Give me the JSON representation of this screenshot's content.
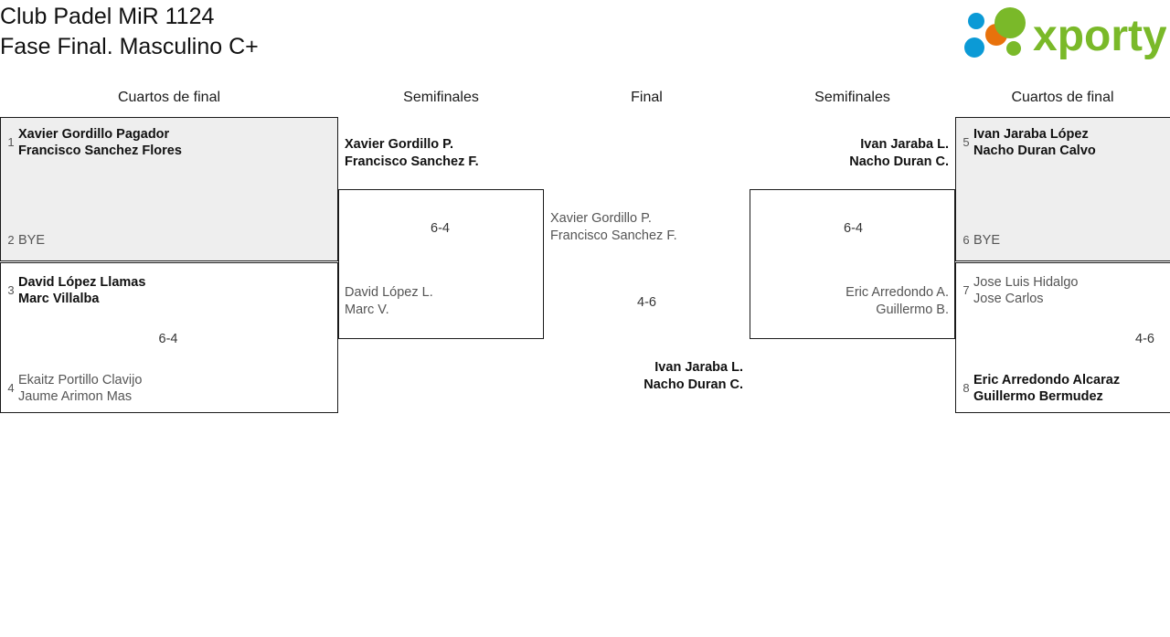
{
  "header": {
    "title_line1": "Club Padel MiR 1124",
    "title_line2": "Fase Final. Masculino C+",
    "logo_text": "xporty",
    "logo_colors": {
      "green": "#7ab929",
      "blue": "#0b9ad6",
      "orange": "#e8720c"
    }
  },
  "rounds": {
    "left_quarters": "Cuartos de final",
    "left_semis": "Semifinales",
    "final": "Final",
    "right_semis": "Semifinales",
    "right_quarters": "Cuartos de final"
  },
  "matches": {
    "lq1": {
      "score": "",
      "top": {
        "seed": "1",
        "p1": "Xavier Gordillo Pagador",
        "p2": "Francisco Sanchez Flores",
        "result": "winner"
      },
      "bottom": {
        "seed": "2",
        "p1": "BYE",
        "p2": "",
        "result": "loser"
      }
    },
    "lq2": {
      "score": "6-4",
      "top": {
        "seed": "3",
        "p1": "David López Llamas",
        "p2": "Marc Villalba",
        "result": "winner"
      },
      "bottom": {
        "seed": "4",
        "p1": "Ekaitz Portillo Clavijo",
        "p2": "Jaume Arimon Mas",
        "result": "loser"
      }
    },
    "rq1": {
      "score": "",
      "top": {
        "seed": "5",
        "p1": "Ivan Jaraba López",
        "p2": "Nacho Duran Calvo",
        "result": "winner"
      },
      "bottom": {
        "seed": "6",
        "p1": "BYE",
        "p2": "",
        "result": "loser"
      }
    },
    "rq2": {
      "score": "4-6",
      "top": {
        "seed": "7",
        "p1": "Jose Luis Hidalgo",
        "p2": "Jose Carlos",
        "result": "loser"
      },
      "bottom": {
        "seed": "8",
        "p1": "Eric Arredondo Alcaraz",
        "p2": "Guillermo Bermudez",
        "result": "winner"
      }
    },
    "left_semi": {
      "score": "6-4",
      "winner": {
        "p1": "Xavier Gordillo P.",
        "p2": "Francisco Sanchez F."
      },
      "loser": {
        "p1": "David López L.",
        "p2": "Marc V."
      }
    },
    "right_semi": {
      "score": "6-4",
      "winner": {
        "p1": "Ivan Jaraba L.",
        "p2": "Nacho Duran C."
      },
      "loser": {
        "p1": "Eric Arredondo A.",
        "p2": "Guillermo B."
      }
    },
    "final": {
      "score": "4-6",
      "loser": {
        "p1": "Xavier Gordillo P.",
        "p2": "Francisco Sanchez F."
      },
      "winner": {
        "p1": "Ivan Jaraba L.",
        "p2": "Nacho Duran C."
      }
    }
  }
}
